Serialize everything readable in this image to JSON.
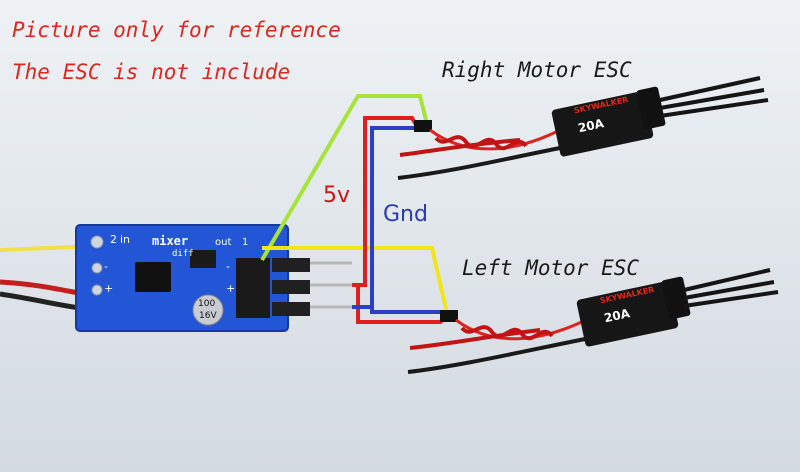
{
  "captions": {
    "reference_note": "Picture only for reference",
    "esc_note": "The ESC is not include",
    "right_motor": "Right Motor ESC",
    "left_motor": "Left Motor ESC"
  },
  "wire_labels": {
    "power": "5v",
    "ground": "Gnd"
  },
  "board": {
    "title": "mixer",
    "subtitle": "diff",
    "in_pin": "2",
    "in_label": "in",
    "out_label": "out",
    "out_pin": "1",
    "plus_mark": "+",
    "minus_mark": "-",
    "capacitor_value": "100",
    "capacitor_voltage": "16V"
  },
  "esc": {
    "brand": "SKYWALKER",
    "rating": "20A"
  },
  "colors": {
    "caption_red": "#e0261c",
    "board_blue": "#1f4fd0",
    "wire_red": "#e11d1d",
    "wire_blue": "#2c3fc4",
    "wire_yellow": "#f2e51a",
    "wire_green": "#a7e33a",
    "esc_body": "#161616"
  }
}
